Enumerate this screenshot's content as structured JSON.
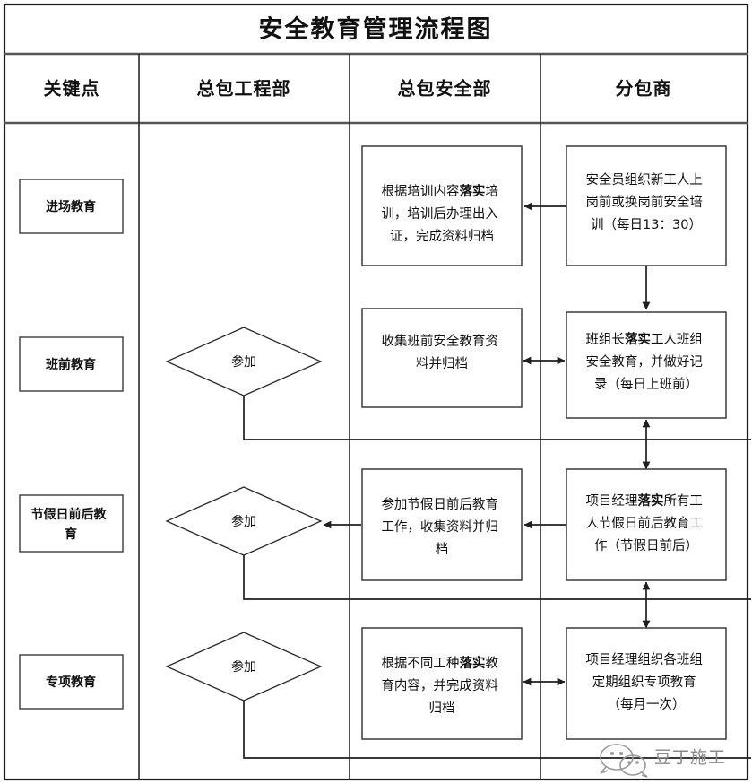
{
  "title": "安全教育管理流程图",
  "headers": [
    {
      "label": "关键点"
    },
    {
      "label": "总包工程部"
    },
    {
      "label": "总包安全部"
    },
    {
      "label": "分包商"
    }
  ],
  "rows": [
    {
      "key": "进场教育",
      "gc_shape": null,
      "safety": {
        "lines": [
          [
            {
              "t": "根据培训内容",
              "b": false
            },
            {
              "t": "落实",
              "b": true
            },
            {
              "t": "培",
              "b": false
            }
          ],
          [
            {
              "t": "训，培训后办理出入",
              "b": false
            }
          ],
          [
            {
              "t": "证，完成资料归档",
              "b": false
            }
          ]
        ]
      },
      "sub": {
        "lines": [
          [
            {
              "t": "安全员组织新工人上",
              "b": false
            }
          ],
          [
            {
              "t": "岗前或换岗前安全培",
              "b": false
            }
          ],
          [
            {
              "t": "训（每日13：30）",
              "b": false
            }
          ]
        ]
      }
    },
    {
      "key": "班前教育",
      "gc_shape": "参加",
      "safety": {
        "lines": [
          [
            {
              "t": "收集班前安全教育资",
              "b": false
            }
          ],
          [
            {
              "t": "料并归档",
              "b": false
            }
          ]
        ]
      },
      "sub": {
        "lines": [
          [
            {
              "t": "班组长",
              "b": false
            },
            {
              "t": "落实",
              "b": true
            },
            {
              "t": "工人班组",
              "b": false
            }
          ],
          [
            {
              "t": "安全教育，并做好记",
              "b": false
            }
          ],
          [
            {
              "t": "录（每日上班前）",
              "b": false
            }
          ]
        ]
      }
    },
    {
      "key": "节假日前后教育",
      "gc_shape": "参加",
      "safety": {
        "lines": [
          [
            {
              "t": "参加节假日前后教育",
              "b": false
            }
          ],
          [
            {
              "t": "工作，收集资料并归",
              "b": false
            }
          ],
          [
            {
              "t": "档",
              "b": false
            }
          ]
        ]
      },
      "sub": {
        "lines": [
          [
            {
              "t": "项目经理",
              "b": false
            },
            {
              "t": "落实",
              "b": true
            },
            {
              "t": "所有工",
              "b": false
            }
          ],
          [
            {
              "t": "人节假日前后教育工",
              "b": false
            }
          ],
          [
            {
              "t": "作（节假日前后）",
              "b": false
            }
          ]
        ]
      }
    },
    {
      "key": "专项教育",
      "gc_shape": "参加",
      "safety": {
        "lines": [
          [
            {
              "t": "根据不同工种",
              "b": false
            },
            {
              "t": "落实",
              "b": true
            },
            {
              "t": "教",
              "b": false
            }
          ],
          [
            {
              "t": "育内容，并完成资料",
              "b": false
            }
          ],
          [
            {
              "t": "归档",
              "b": false
            }
          ]
        ]
      },
      "sub": {
        "lines": [
          [
            {
              "t": "项目经理组织各班组",
              "b": false
            }
          ],
          [
            {
              "t": "定期组织专项教育",
              "b": false
            }
          ],
          [
            {
              "t": "（每月一次）",
              "b": false
            }
          ]
        ]
      }
    }
  ],
  "watermark": {
    "label": "豆丁施工",
    "icon": "wechat-logo-icon"
  },
  "colors": {
    "frame": "#1a1a1a",
    "node_stroke": "#3a3a3a",
    "link": "#1f1f1f",
    "text": "#111111",
    "watermark": "#8a8a8a",
    "background": "#ffffff"
  }
}
